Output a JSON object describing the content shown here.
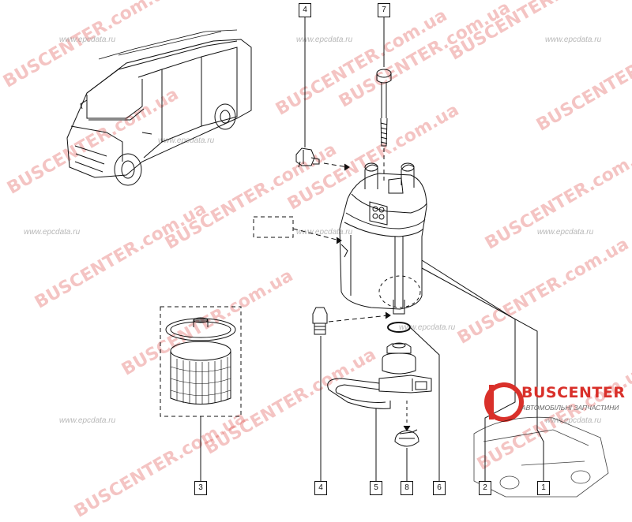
{
  "callouts": {
    "c4_top": "4",
    "c7": "7",
    "c3": "3",
    "c4_bottom": "4",
    "c5": "5",
    "c8": "8",
    "c6": "6",
    "c2": "2",
    "c1": "1"
  },
  "watermarks": {
    "brand": "BUSCENTER.com.ua",
    "epc": "www.epcdata.ru"
  },
  "logo": {
    "name": "BUSCENTER",
    "tagline": "АВТОМОБІЛЬНІ ЗАПЧАСТИНИ"
  },
  "colors": {
    "line": "#111111",
    "watermark": "#d9302a",
    "logo": "#d9302a"
  }
}
